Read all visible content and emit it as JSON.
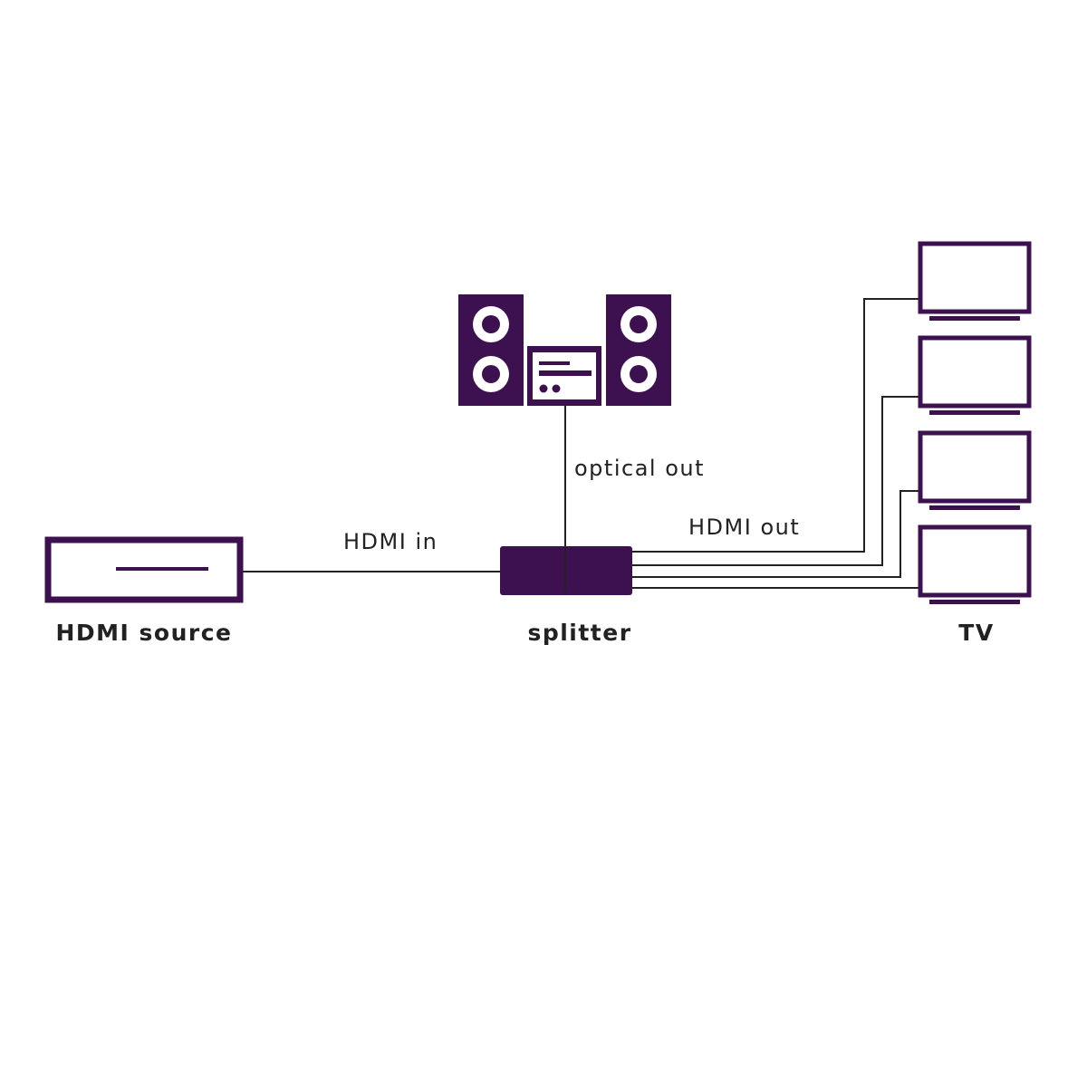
{
  "colors": {
    "device": "#3d1150",
    "cable": "#222222",
    "text": "#222222",
    "background": "#ffffff"
  },
  "labels": {
    "hdmi_in": "HDMI in",
    "optical_out": "optical out",
    "hdmi_out": "HDMI out",
    "source": "HDMI source",
    "splitter": "splitter",
    "tv": "TV"
  },
  "icons": {
    "source": "hdmi-source-box-icon",
    "splitter": "splitter-box-icon",
    "audio": "stereo-system-icon",
    "tv": "tv-icon"
  },
  "tv_count": 4
}
